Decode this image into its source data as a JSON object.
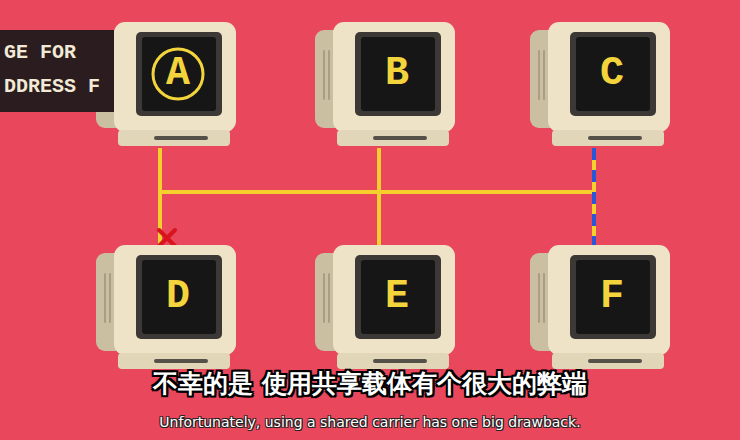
{
  "diagram": {
    "nodes": [
      {
        "text": [
          "A"
        ]
      },
      {
        "text": [
          "B"
        ]
      },
      {
        "text": [
          "C"
        ]
      },
      {
        "text": [
          "D"
        ]
      },
      {
        "text": [
          "E"
        ]
      },
      {
        "text": [
          "F"
        ]
      }
    ],
    "edges": [
      {
        "from": 0,
        "to": 1,
        "arrow": "none"
      },
      {
        "from": 1,
        "to": 2,
        "arrow": "none"
      },
      {
        "from": 0,
        "to": 3,
        "arrow": "none"
      },
      {
        "from": 1,
        "to": 4,
        "arrow": "none"
      },
      {
        "from": 2,
        "to": 5,
        "arrow": "none"
      }
    ],
    "labels": [
      "GE FOR",
      "DDRESS F",
      "不幸的是 使用共享载体有个很大的弊端",
      "Unfortunately, using a shared carrier has one big drawback."
    ]
  }
}
